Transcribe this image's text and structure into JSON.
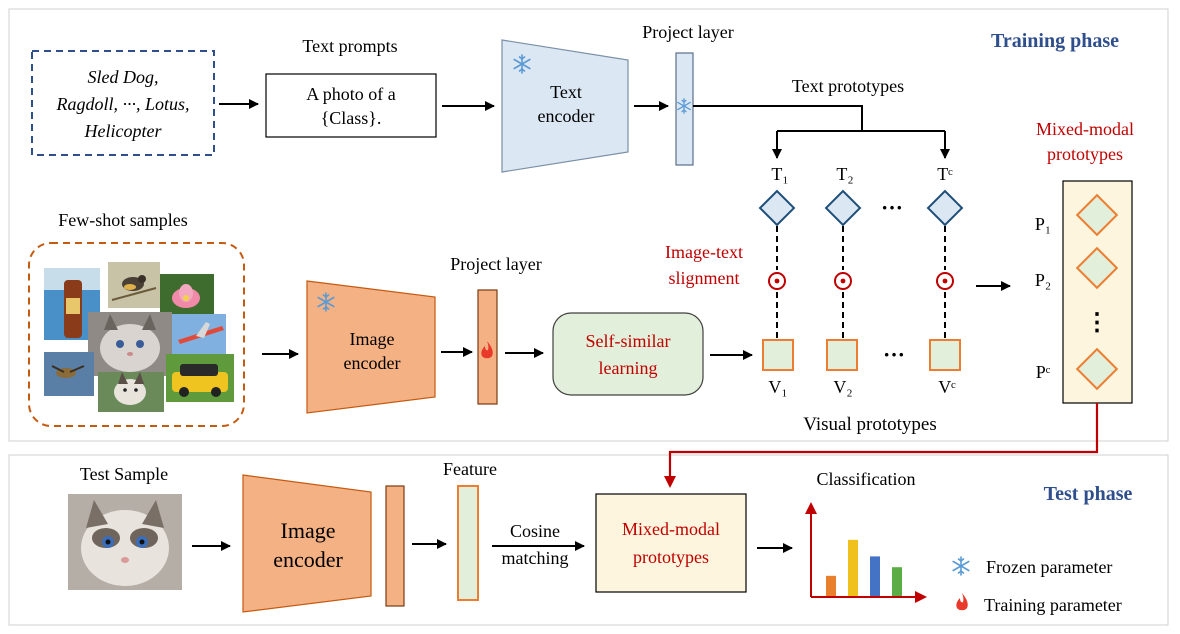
{
  "training": {
    "phase_label": "Training phase",
    "class_names": [
      "Sled Dog,",
      "Ragdoll, ···, Lotus,",
      "Helicopter"
    ],
    "text_prompts_title": "Text prompts",
    "prompt_lines": [
      "A photo of a",
      "{Class}."
    ],
    "text_encoder_lines": [
      "Text",
      "encoder"
    ],
    "project_layer_label": "Project layer",
    "text_prototypes_label": "Text prototypes",
    "text_protos": [
      "T₁",
      "T₂",
      "Tᶜ"
    ],
    "mixed_title_lines": [
      "Mixed-modal",
      "prototypes"
    ],
    "mixed_protos": [
      "P₁",
      "P₂",
      "Pᶜ"
    ],
    "few_shot_label": "Few-shot samples",
    "image_encoder_lines": [
      "Image",
      "encoder"
    ],
    "self_similar_lines": [
      "Self-similar",
      "learning"
    ],
    "alignment_lines": [
      "Image-text",
      "slignment"
    ],
    "visual_protos": [
      "V₁",
      "V₂",
      "Vᶜ"
    ],
    "visual_prototypes_label": "Visual prototypes",
    "ellipsis": "···",
    "vertical_ellipsis": "⋮"
  },
  "test": {
    "phase_label": "Test phase",
    "test_sample_label": "Test Sample",
    "image_encoder_lines": [
      "Image",
      "encoder"
    ],
    "feature_label": "Feature",
    "cosine_lines": [
      "Cosine",
      "matching"
    ],
    "mixed_box_lines": [
      "Mixed-modal",
      "prototypes"
    ],
    "classification_label": "Classification",
    "bars": [
      {
        "value": 0.28,
        "color": "#e9802d"
      },
      {
        "value": 0.78,
        "color": "#f0c01c"
      },
      {
        "value": 0.55,
        "color": "#4472c4"
      },
      {
        "value": 0.4,
        "color": "#5cad46"
      }
    ]
  },
  "legend": {
    "frozen_label": "Frozen parameter",
    "training_label": "Training parameter",
    "frozen_icon": "snowflake-icon",
    "training_icon": "flame-icon"
  },
  "colors": {
    "phase_title": "#2e4e8c",
    "red_text": "#c00000",
    "encoder_blue": "#dbe7f3",
    "encoder_orange": "#f4b183",
    "orange_border": "#ed7d31",
    "green_fill": "#e2efda",
    "diamond_blue": "#1f4e79",
    "yellow_fill": "#fdf5dd"
  }
}
